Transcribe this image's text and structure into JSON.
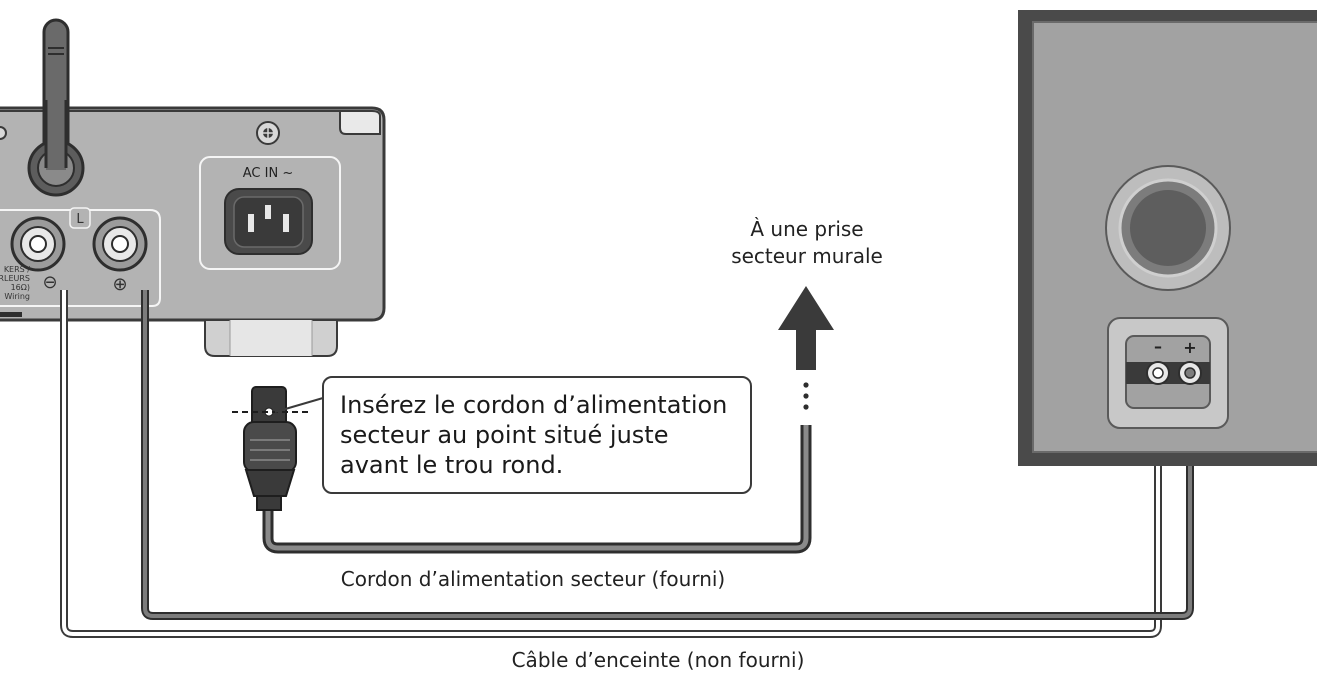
{
  "device": {
    "ac_in_label": "AC IN ~",
    "channel_label": "L",
    "speaker_terminal_text": [
      "KERS /",
      "ARLEURS",
      "16Ω)",
      "Wiring"
    ],
    "minus_symbol": "⊖",
    "plus_symbol": "⊕"
  },
  "speaker": {
    "minus_label": "–",
    "plus_label": "+"
  },
  "labels": {
    "wall_outlet_line1": "À une prise",
    "wall_outlet_line2": "secteur murale",
    "power_cord": "Cordon d’alimentation secteur (fourni)",
    "speaker_cable": "Câble d’enceinte (non fourni)"
  },
  "callout": {
    "lines": [
      "Insérez le cordon d’alimentation",
      "secteur au point situé juste",
      "avant le trou rond."
    ]
  }
}
